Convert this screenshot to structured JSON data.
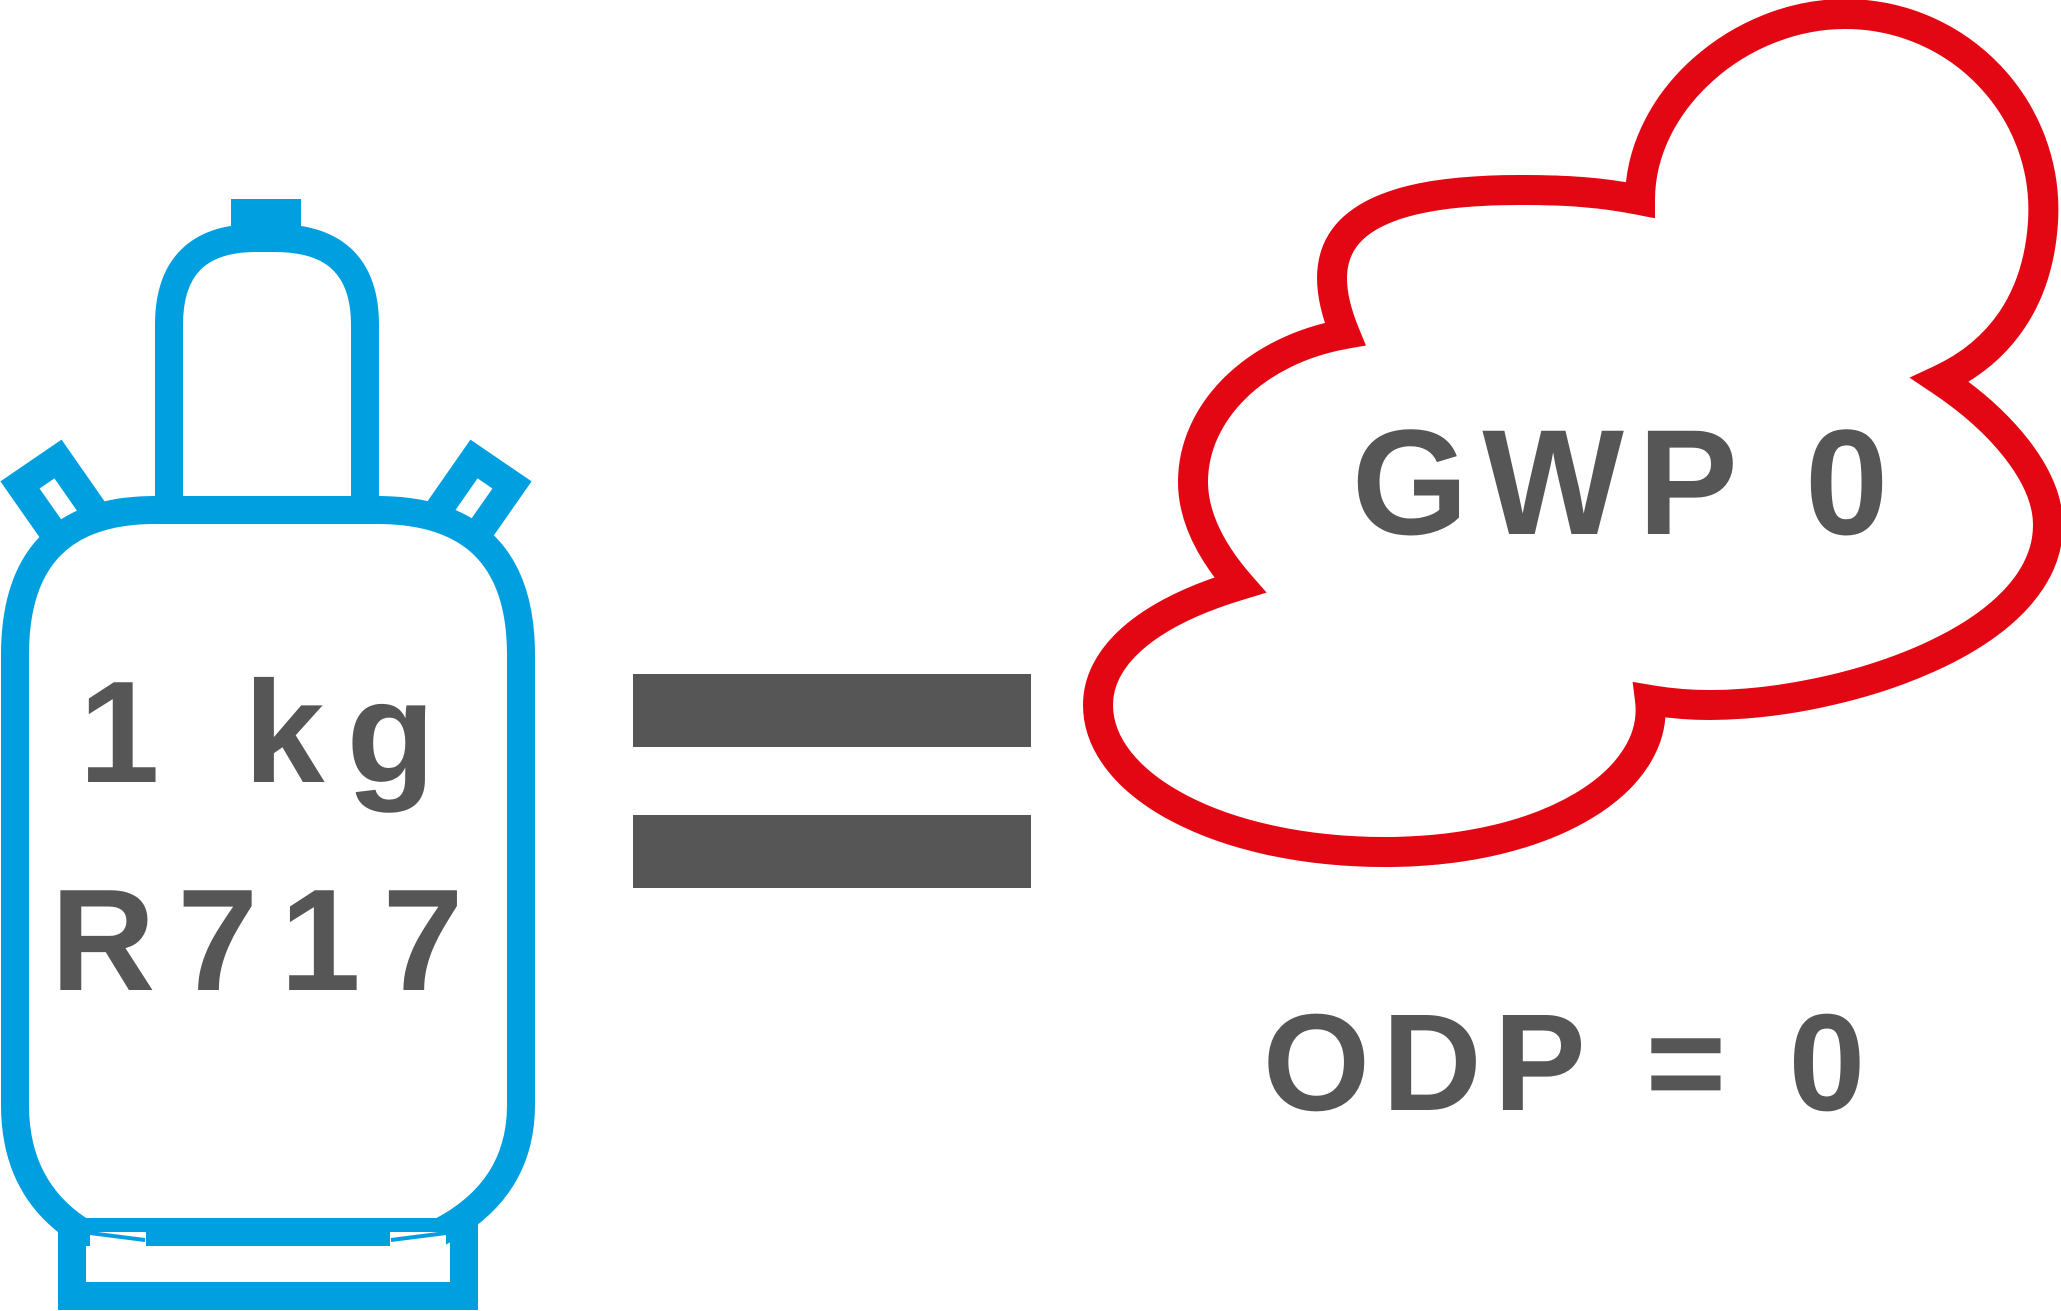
{
  "cylinder": {
    "amount": "1 kg",
    "refrigerant": "R717"
  },
  "equals_symbol": "=",
  "cloud": {
    "gwp_label": "GWP 0"
  },
  "odp_label": "ODP = 0",
  "colors": {
    "cylinder": "#009FE0",
    "cloud": "#E30613",
    "text": "#575656"
  }
}
